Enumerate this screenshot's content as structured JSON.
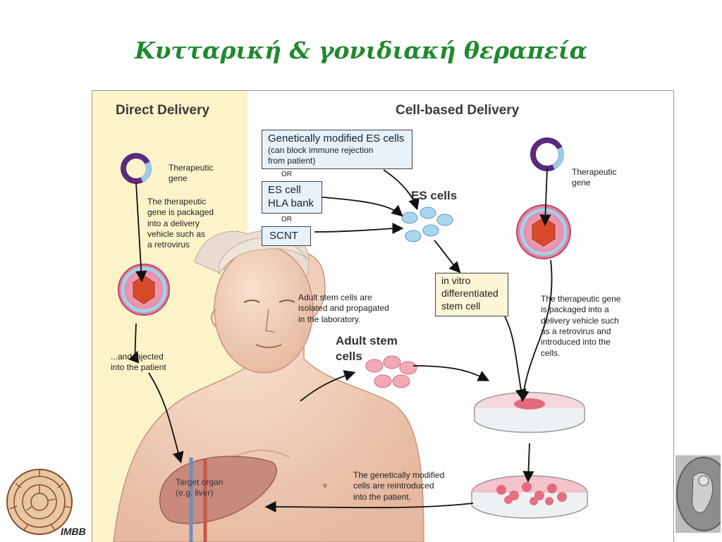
{
  "slide": {
    "title": "Κυτταρική  & γονιδιακή θεραπεία",
    "footer_label": "IMBB"
  },
  "figure": {
    "direct": {
      "header": "Direct Delivery",
      "therapeutic_gene": "Therapeutic\ngene",
      "packaged_text": "The therapeutic\ngene is packaged\ninto a delivery\nvehicle such as\na retrovirus",
      "injected_text": "...and injected\ninto the patient",
      "target_organ": "Target organ\n(e.g. liver)"
    },
    "cell_based": {
      "header": "Cell-based Delivery",
      "es_modified_title": "Genetically modified ES cells",
      "es_modified_sub": "(can block immune rejection\nfrom patient)",
      "or1": "OR",
      "es_hla": "ES cell\nHLA bank",
      "or2": "OR",
      "scnt": "SCNT",
      "es_cells": "ES cells",
      "in_vitro": "in vitro\ndifferentiated\nstem cell",
      "therapeutic_gene": "Therapeutic\ngene",
      "adult_isolated": "Adult stem cells are\nisolated and propagated\nin the laboratory.",
      "adult_stem_cells": "Adult stem\ncells",
      "packaged_text": "The therapeutic gene\nis packaged into a\ndelivery vehicle such\nas a retrovirus and\nintroduced into the\ncells.",
      "reintroduced": "The genetically modified\ncells are reintroduced\ninto the patient."
    }
  }
}
